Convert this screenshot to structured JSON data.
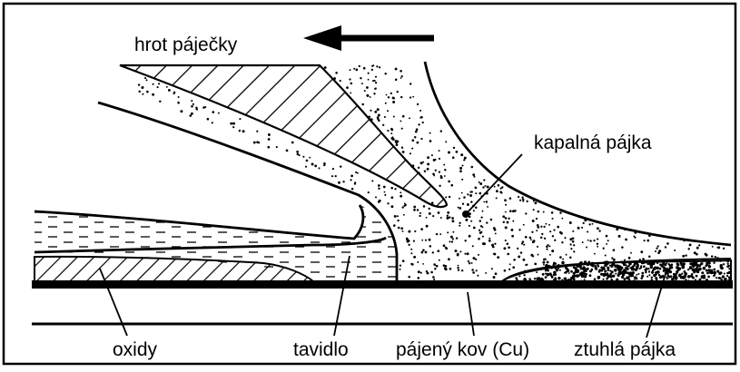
{
  "labels": {
    "tip": "hrot páječky",
    "liquid_solder": "kapalná pájka",
    "oxides": "oxidy",
    "flux": "tavidlo",
    "base_metal": "pájený kov (Cu)",
    "solid_solder": "ztuhlá pájka"
  },
  "icons": {
    "direction": "arrow-left-icon"
  },
  "colors": {
    "ink": "#000000",
    "paper": "#ffffff"
  }
}
